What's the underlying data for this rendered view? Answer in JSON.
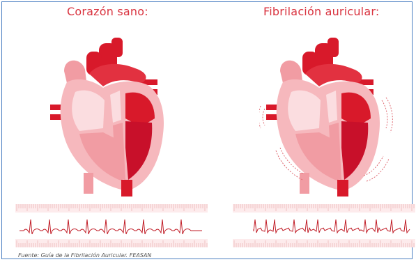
{
  "panels": {
    "healthy": {
      "title": "Corazón sano:"
    },
    "afib": {
      "title": "Fibrilación auricular:"
    }
  },
  "caption": "Fuente: Guía de la Fibrilación Auricular. FEASAN",
  "colors": {
    "title": "#d9333f",
    "heart_dark": "#d8192a",
    "heart_mid": "#e8555f",
    "heart_light": "#f4a9ae",
    "heart_pale": "#fbd6d8",
    "ecg_line": "#c01a24",
    "strip_bg": "#fdebec",
    "strip_tick": "#e8a3a7"
  },
  "icons": {
    "healthy_heart": "heart-icon",
    "afib_heart": "fibrillating-heart-icon",
    "healthy_ecg": "ecg-trace-icon",
    "afib_ecg": "afib-ecg-trace-icon"
  }
}
